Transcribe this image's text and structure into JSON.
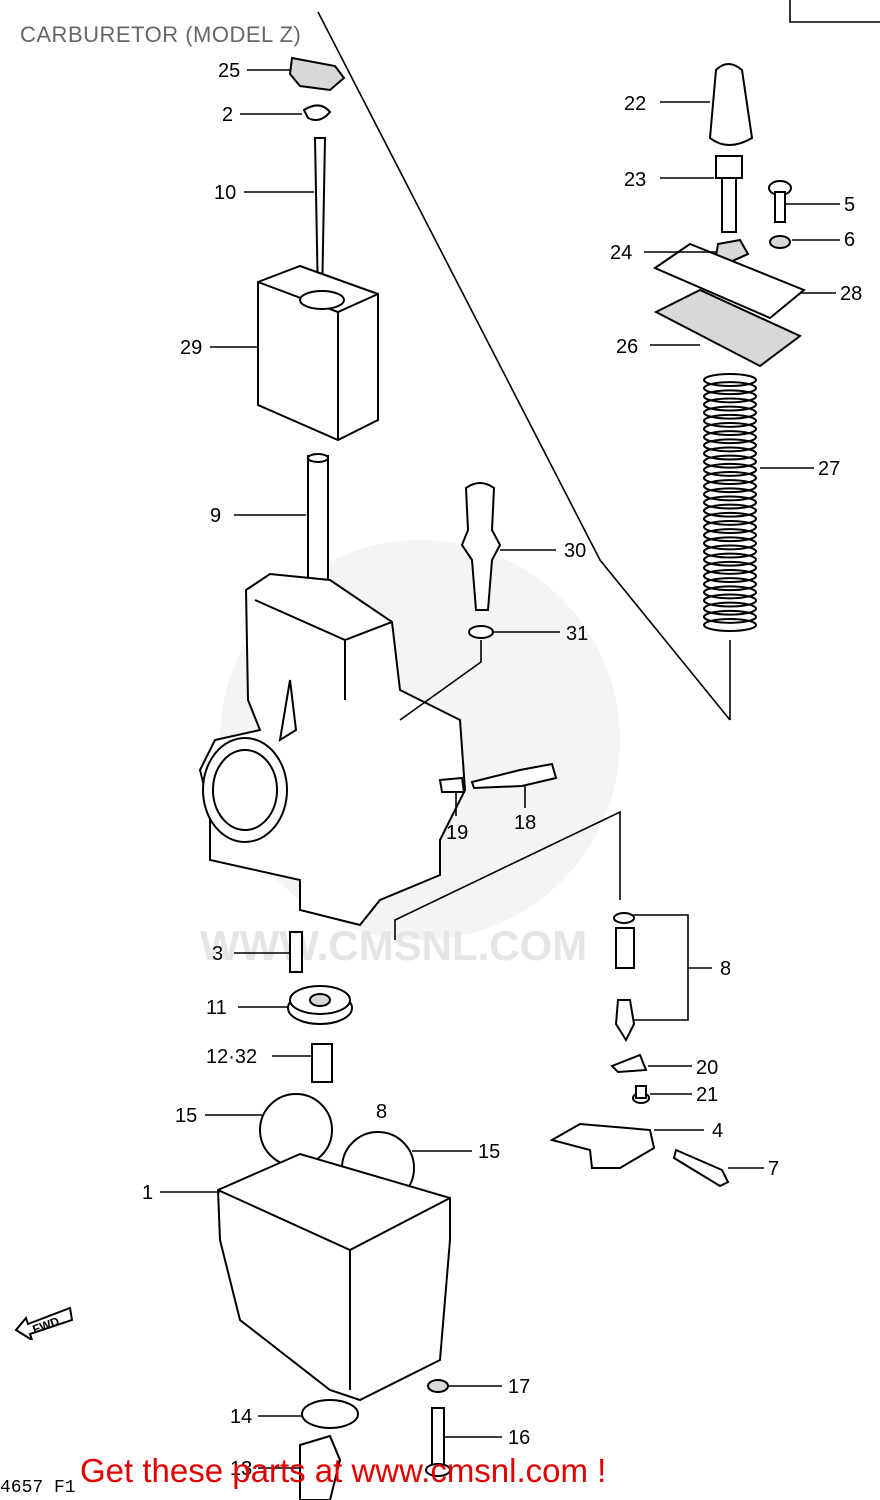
{
  "title": "CARBURETOR (MODEL Z)",
  "footer": "Get these parts at www.cmsnl.com !",
  "watermark": "WWW.CMSNL.COM",
  "figure_code": "4657 F1",
  "fwd_label": "FWD",
  "loose_label": "8",
  "callouts": {
    "c25": "25",
    "c2": "2",
    "c10": "10",
    "c29": "29",
    "c9": "9",
    "c22": "22",
    "c23": "23",
    "c5": "5",
    "c24": "24",
    "c6": "6",
    "c28": "28",
    "c26": "26",
    "c27": "27",
    "c30": "30",
    "c31": "31",
    "c19": "19",
    "c18": "18",
    "c3": "3",
    "c8": "8",
    "c11": "11",
    "c12_32": "12·32",
    "c20": "20",
    "c21": "21",
    "c15a": "15",
    "c15b": "15",
    "c4": "4",
    "c7": "7",
    "c1": "1",
    "c17": "17",
    "c14": "14",
    "c16": "16",
    "c13": "13"
  },
  "colors": {
    "footer": "#e00000",
    "title": "#666666",
    "watermark": "#e3e3e3"
  }
}
